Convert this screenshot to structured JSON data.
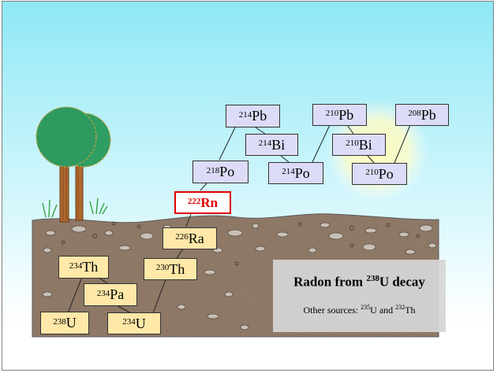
{
  "nuclides": {
    "U238": {
      "mass": "238",
      "symbol": "U"
    },
    "Th234": {
      "mass": "234",
      "symbol": "Th"
    },
    "Pa234": {
      "mass": "234",
      "symbol": "Pa"
    },
    "U234": {
      "mass": "234",
      "symbol": "U"
    },
    "Th230": {
      "mass": "230",
      "symbol": "Th"
    },
    "Ra226": {
      "mass": "226",
      "symbol": "Ra"
    },
    "Rn222": {
      "mass": "222",
      "symbol": "Rn"
    },
    "Po218": {
      "mass": "218",
      "symbol": "Po"
    },
    "Pb214": {
      "mass": "214",
      "symbol": "Pb"
    },
    "Bi214": {
      "mass": "214",
      "symbol": "Bi"
    },
    "Po214": {
      "mass": "214",
      "symbol": "Po"
    },
    "Pb210": {
      "mass": "210",
      "symbol": "Pb"
    },
    "Bi210": {
      "mass": "210",
      "symbol": "Bi"
    },
    "Po210": {
      "mass": "210",
      "symbol": "Po"
    },
    "Pb208": {
      "mass": "208",
      "symbol": "Pb"
    }
  },
  "info": {
    "title_prefix": "Radon from ",
    "title_mass": "238",
    "title_suffix": "U decay",
    "sources_prefix": "Other sources: ",
    "source1_mass": "235",
    "source1_symbol": "U",
    "sources_join": " and ",
    "source2_mass": "232",
    "source2_symbol": "Th"
  },
  "colors": {
    "sky_top": "#8ee8f6",
    "sky_bottom": "#ffffff",
    "soil": "#8a7462",
    "daughter_box": "#dcdcf8",
    "parent_box": "#ffe8a8",
    "radon_highlight": "#e00000",
    "tree_foliage": "#2e9a60",
    "sun_glow": "#fff9b0"
  }
}
